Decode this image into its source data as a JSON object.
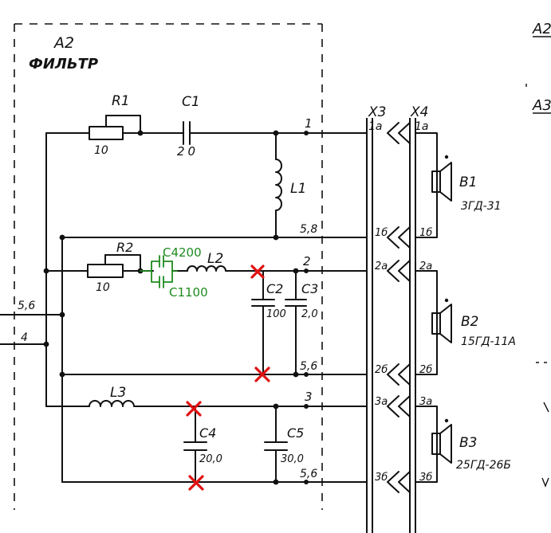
{
  "title": {
    "block": "A2",
    "name": "ФИЛЬТР"
  },
  "edge_labels": {
    "a2": "A2",
    "a3": "A3"
  },
  "connectors": {
    "x3": "X3",
    "x4": "X4"
  },
  "inputs": {
    "upper": "5,6",
    "lower": "4"
  },
  "components": {
    "r1": {
      "ref": "R1",
      "value": "10"
    },
    "c1": {
      "ref": "C1",
      "value": "20"
    },
    "l1": {
      "ref": "L1"
    },
    "r2": {
      "ref": "R2",
      "value": "10"
    },
    "l2": {
      "ref": "L2"
    },
    "c2": {
      "ref": "C2",
      "value": "100"
    },
    "c3": {
      "ref": "C3",
      "value": "2,0"
    },
    "l3": {
      "ref": "L3"
    },
    "c4": {
      "ref": "C4",
      "value": "20,0"
    },
    "c5": {
      "ref": "C5",
      "value": "30,0"
    }
  },
  "added_parts": {
    "upper": "C4200",
    "lower": "C1100"
  },
  "node_labels": {
    "n1": "1",
    "n58": "5,8",
    "n2": "2",
    "n56a": "5,6",
    "n3": "3",
    "n56b": "5,6"
  },
  "pins": {
    "x3_1a": "1a",
    "x4_1a": "1a",
    "x3_1b": "1б",
    "x4_1b": "1б",
    "x3_2a": "2a",
    "x4_2a": "2a",
    "x3_2b": "2б",
    "x4_2b": "2б",
    "x3_3a": "3a",
    "x4_3a": "3a",
    "x3_3b": "3б",
    "x4_3b": "3б"
  },
  "speakers": {
    "b1": {
      "ref": "B1",
      "model": "3ГД-31"
    },
    "b2": {
      "ref": "B2",
      "model": "15ГД-11А"
    },
    "b3": {
      "ref": "B3",
      "model": "25ГД-26Б"
    }
  }
}
